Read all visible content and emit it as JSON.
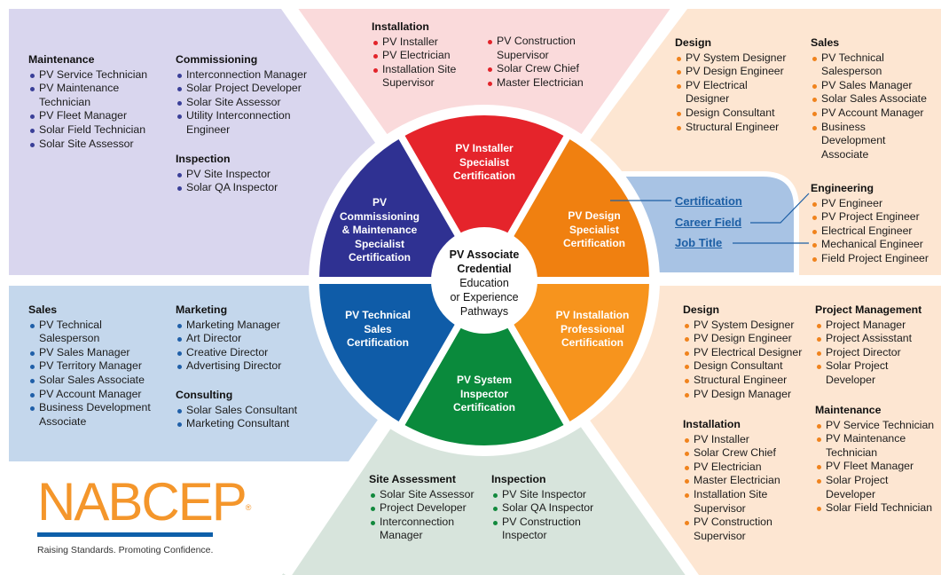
{
  "colors": {
    "purple": "#2f3192",
    "red": "#e5242b",
    "orange": "#f7941d",
    "orange_dark": "#f08010",
    "blue": "#0f5ca8",
    "green": "#0a8a3c",
    "purple_bg": "#d9d6ee",
    "red_bg": "#fadadb",
    "orange_bg": "#fde6d2",
    "blue_bg": "#c4d7ec",
    "green_bg": "#d7e4dc"
  },
  "center": {
    "title": "PV Associate Credential",
    "line1": "Education",
    "line2": "or Experience",
    "line3": "Pathways"
  },
  "segments": {
    "installer": [
      "PV Installer",
      "Specialist",
      "Certification"
    ],
    "design": [
      "PV Design",
      "Specialist",
      "Certification"
    ],
    "installation_prof": [
      "PV Installation",
      "Professional",
      "Certification"
    ],
    "inspector": [
      "PV System",
      "Inspector",
      "Certification"
    ],
    "sales": [
      "PV Technical",
      "Sales",
      "Certification"
    ],
    "commissioning": [
      "PV",
      "Commissioning",
      "& Maintenance",
      "Specialist",
      "Certification"
    ]
  },
  "legend": {
    "certification": "Certification",
    "career_field": "Career Field",
    "job_title": "Job Title"
  },
  "purple_region": {
    "maintenance": {
      "title": "Maintenance",
      "items": [
        "PV Service Technician",
        "PV Maintenance Technician",
        "PV Fleet Manager",
        "Solar Field Technician",
        "Solar Site Assessor"
      ]
    },
    "commissioning": {
      "title": "Commissioning",
      "items": [
        "Interconnection Manager",
        "Solar Project Developer",
        "Solar Site Assessor",
        "Utility Interconnection Engineer"
      ]
    },
    "inspection": {
      "title": "Inspection",
      "items": [
        "PV Site Inspector",
        "Solar QA Inspector"
      ]
    }
  },
  "red_region": {
    "installation": {
      "title": "Installation",
      "col1": [
        "PV Installer",
        "PV Electrician",
        "Installation Site Supervisor"
      ],
      "col2": [
        "PV Construction Supervisor",
        "Solar Crew Chief",
        "Master Electrician"
      ]
    }
  },
  "orange_top_region": {
    "design": {
      "title": "Design",
      "items": [
        "PV System Designer",
        "PV Design Engineer",
        "PV Electrical Designer",
        "Design Consultant",
        "Structural Engineer"
      ]
    },
    "sales": {
      "title": "Sales",
      "items": [
        "PV Technical Salesperson",
        "PV Sales Manager",
        "Solar Sales Associate",
        "PV Account Manager",
        "Business Development Associate"
      ]
    },
    "engineering": {
      "title": "Engineering",
      "items": [
        "PV Engineer",
        "PV Project Engineer",
        "Electrical Engineer",
        "Mechanical Engineer",
        "Field Project Engineer"
      ]
    }
  },
  "blue_region": {
    "sales": {
      "title": "Sales",
      "items": [
        "PV Technical Salesperson",
        "PV Sales Manager",
        "PV Territory Manager",
        "Solar Sales Associate",
        "PV Account Manager",
        "Business Development Associate"
      ]
    },
    "marketing": {
      "title": "Marketing",
      "items": [
        "Marketing Manager",
        "Art Director",
        "Creative Director",
        "Advertising Director"
      ]
    },
    "consulting": {
      "title": "Consulting",
      "items": [
        "Solar Sales Consultant",
        "Marketing Consultant"
      ]
    }
  },
  "green_region": {
    "site_assessment": {
      "title": "Site Assessment",
      "items": [
        "Solar Site Assessor",
        "Project Developer",
        "Interconnection Manager"
      ]
    },
    "inspection": {
      "title": "Inspection",
      "items": [
        "PV Site Inspector",
        "Solar QA Inspector",
        "PV Construction Inspector"
      ]
    }
  },
  "orange_bottom_region": {
    "design": {
      "title": "Design",
      "items": [
        "PV System Designer",
        "PV Design Engineer",
        "PV Electrical Designer",
        "Design Consultant",
        "Structural Engineer",
        "PV Design Manager"
      ]
    },
    "installation": {
      "title": "Installation",
      "items": [
        "PV Installer",
        "Solar Crew Chief",
        "PV Electrician",
        "Master Electrician",
        "Installation Site Supervisor",
        "PV Construction Supervisor"
      ]
    },
    "project_management": {
      "title": "Project Management",
      "items": [
        "Project Manager",
        "Project Assisstant",
        "Project Director",
        "Solar Project Developer"
      ]
    },
    "maintenance": {
      "title": "Maintenance",
      "items": [
        "PV Service Technician",
        "PV Maintenance Technician",
        "PV Fleet Manager",
        "Solar Project Developer",
        "Solar Field Technician"
      ]
    }
  },
  "logo": {
    "brand": "NABCEP",
    "mark": "®",
    "tagline": "Raising Standards. Promoting Confidence."
  }
}
